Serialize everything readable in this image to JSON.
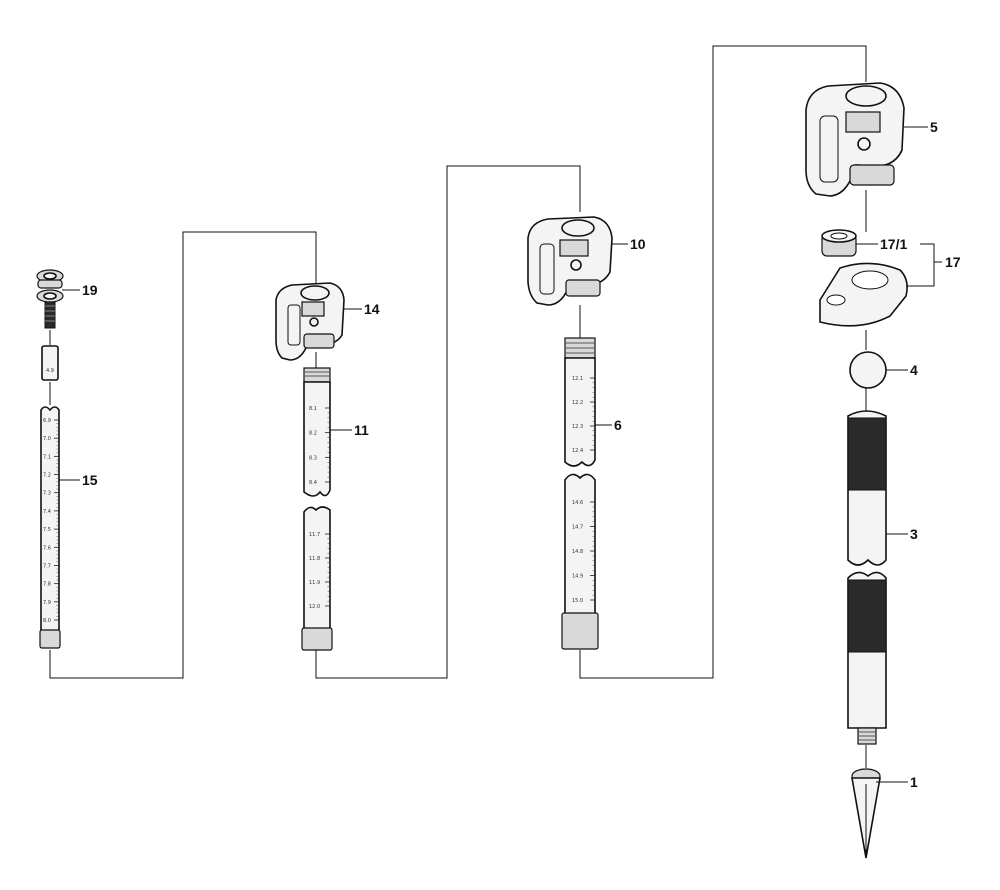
{
  "diagram": {
    "part_labels": {
      "p1": "1",
      "p3": "3",
      "p4": "4",
      "p5": "5",
      "p6": "6",
      "p10": "10",
      "p11": "11",
      "p14": "14",
      "p15": "15",
      "p17": "17",
      "p17_1": "17/1",
      "p19": "19"
    },
    "scale_ticks": {
      "rod15": [
        "6.9",
        "7.0",
        "7.1",
        "7.2",
        "7.3",
        "7.4",
        "7.5",
        "7.6",
        "7.7",
        "7.8",
        "7.9",
        "8.0"
      ],
      "rod15_cap": "4.9",
      "rod11_upper": [
        "8.1",
        "8.2",
        "8.3",
        "8.4"
      ],
      "rod11_lower": [
        "11.7",
        "11.8",
        "11.9",
        "12.0"
      ],
      "rod6_upper": [
        "12.1",
        "12.2",
        "12.3",
        "12.4"
      ],
      "rod6_lower": [
        "14.6",
        "14.7",
        "14.8",
        "14.9",
        "15.0"
      ]
    },
    "colors": {
      "line": "#111111",
      "part_fill": "#f4f4f4",
      "dark_thread": "#2a2a2a"
    }
  }
}
